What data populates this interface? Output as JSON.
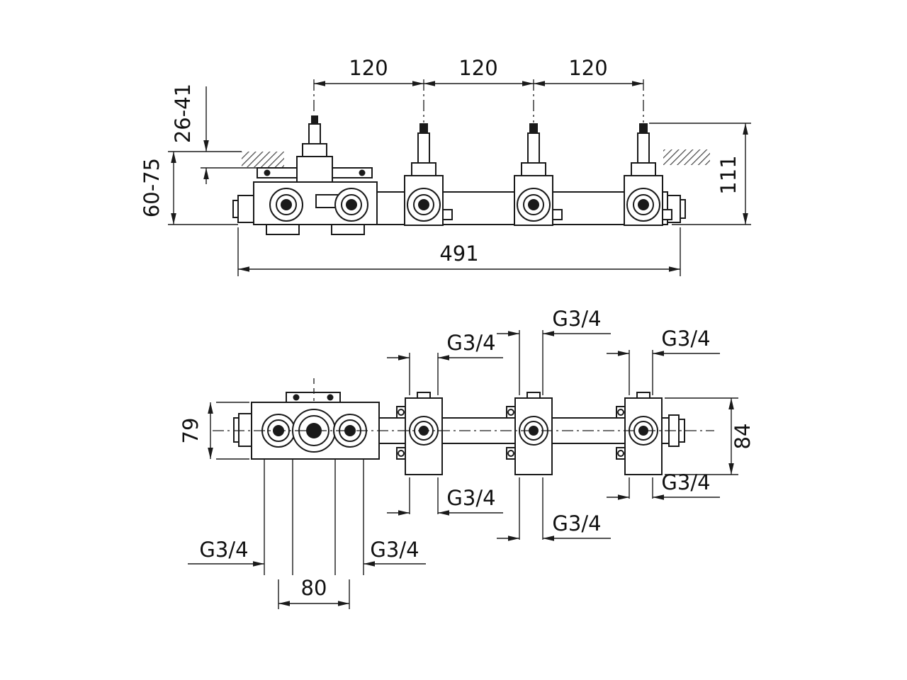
{
  "front_view": {
    "dim_120_left": "120",
    "dim_120_center": "120",
    "dim_120_right": "120",
    "dim_depth_min": "26-41",
    "dim_depth_max": "60-75",
    "dim_height": "111",
    "dim_total_length": "491"
  },
  "plan_view": {
    "dim_left_body": "79",
    "dim_valve_body": "84",
    "dim_outlet_spacing": "80",
    "thread_valve1_top": "G3/4",
    "thread_valve2_top": "G3/4",
    "thread_valve3_top": "G3/4",
    "thread_valve1_bottom": "G3/4",
    "thread_valve2_bottom": "G3/4",
    "thread_valve3_bottom": "G3/4",
    "thread_outlet_left": "G3/4",
    "thread_outlet_right": "G3/4"
  }
}
